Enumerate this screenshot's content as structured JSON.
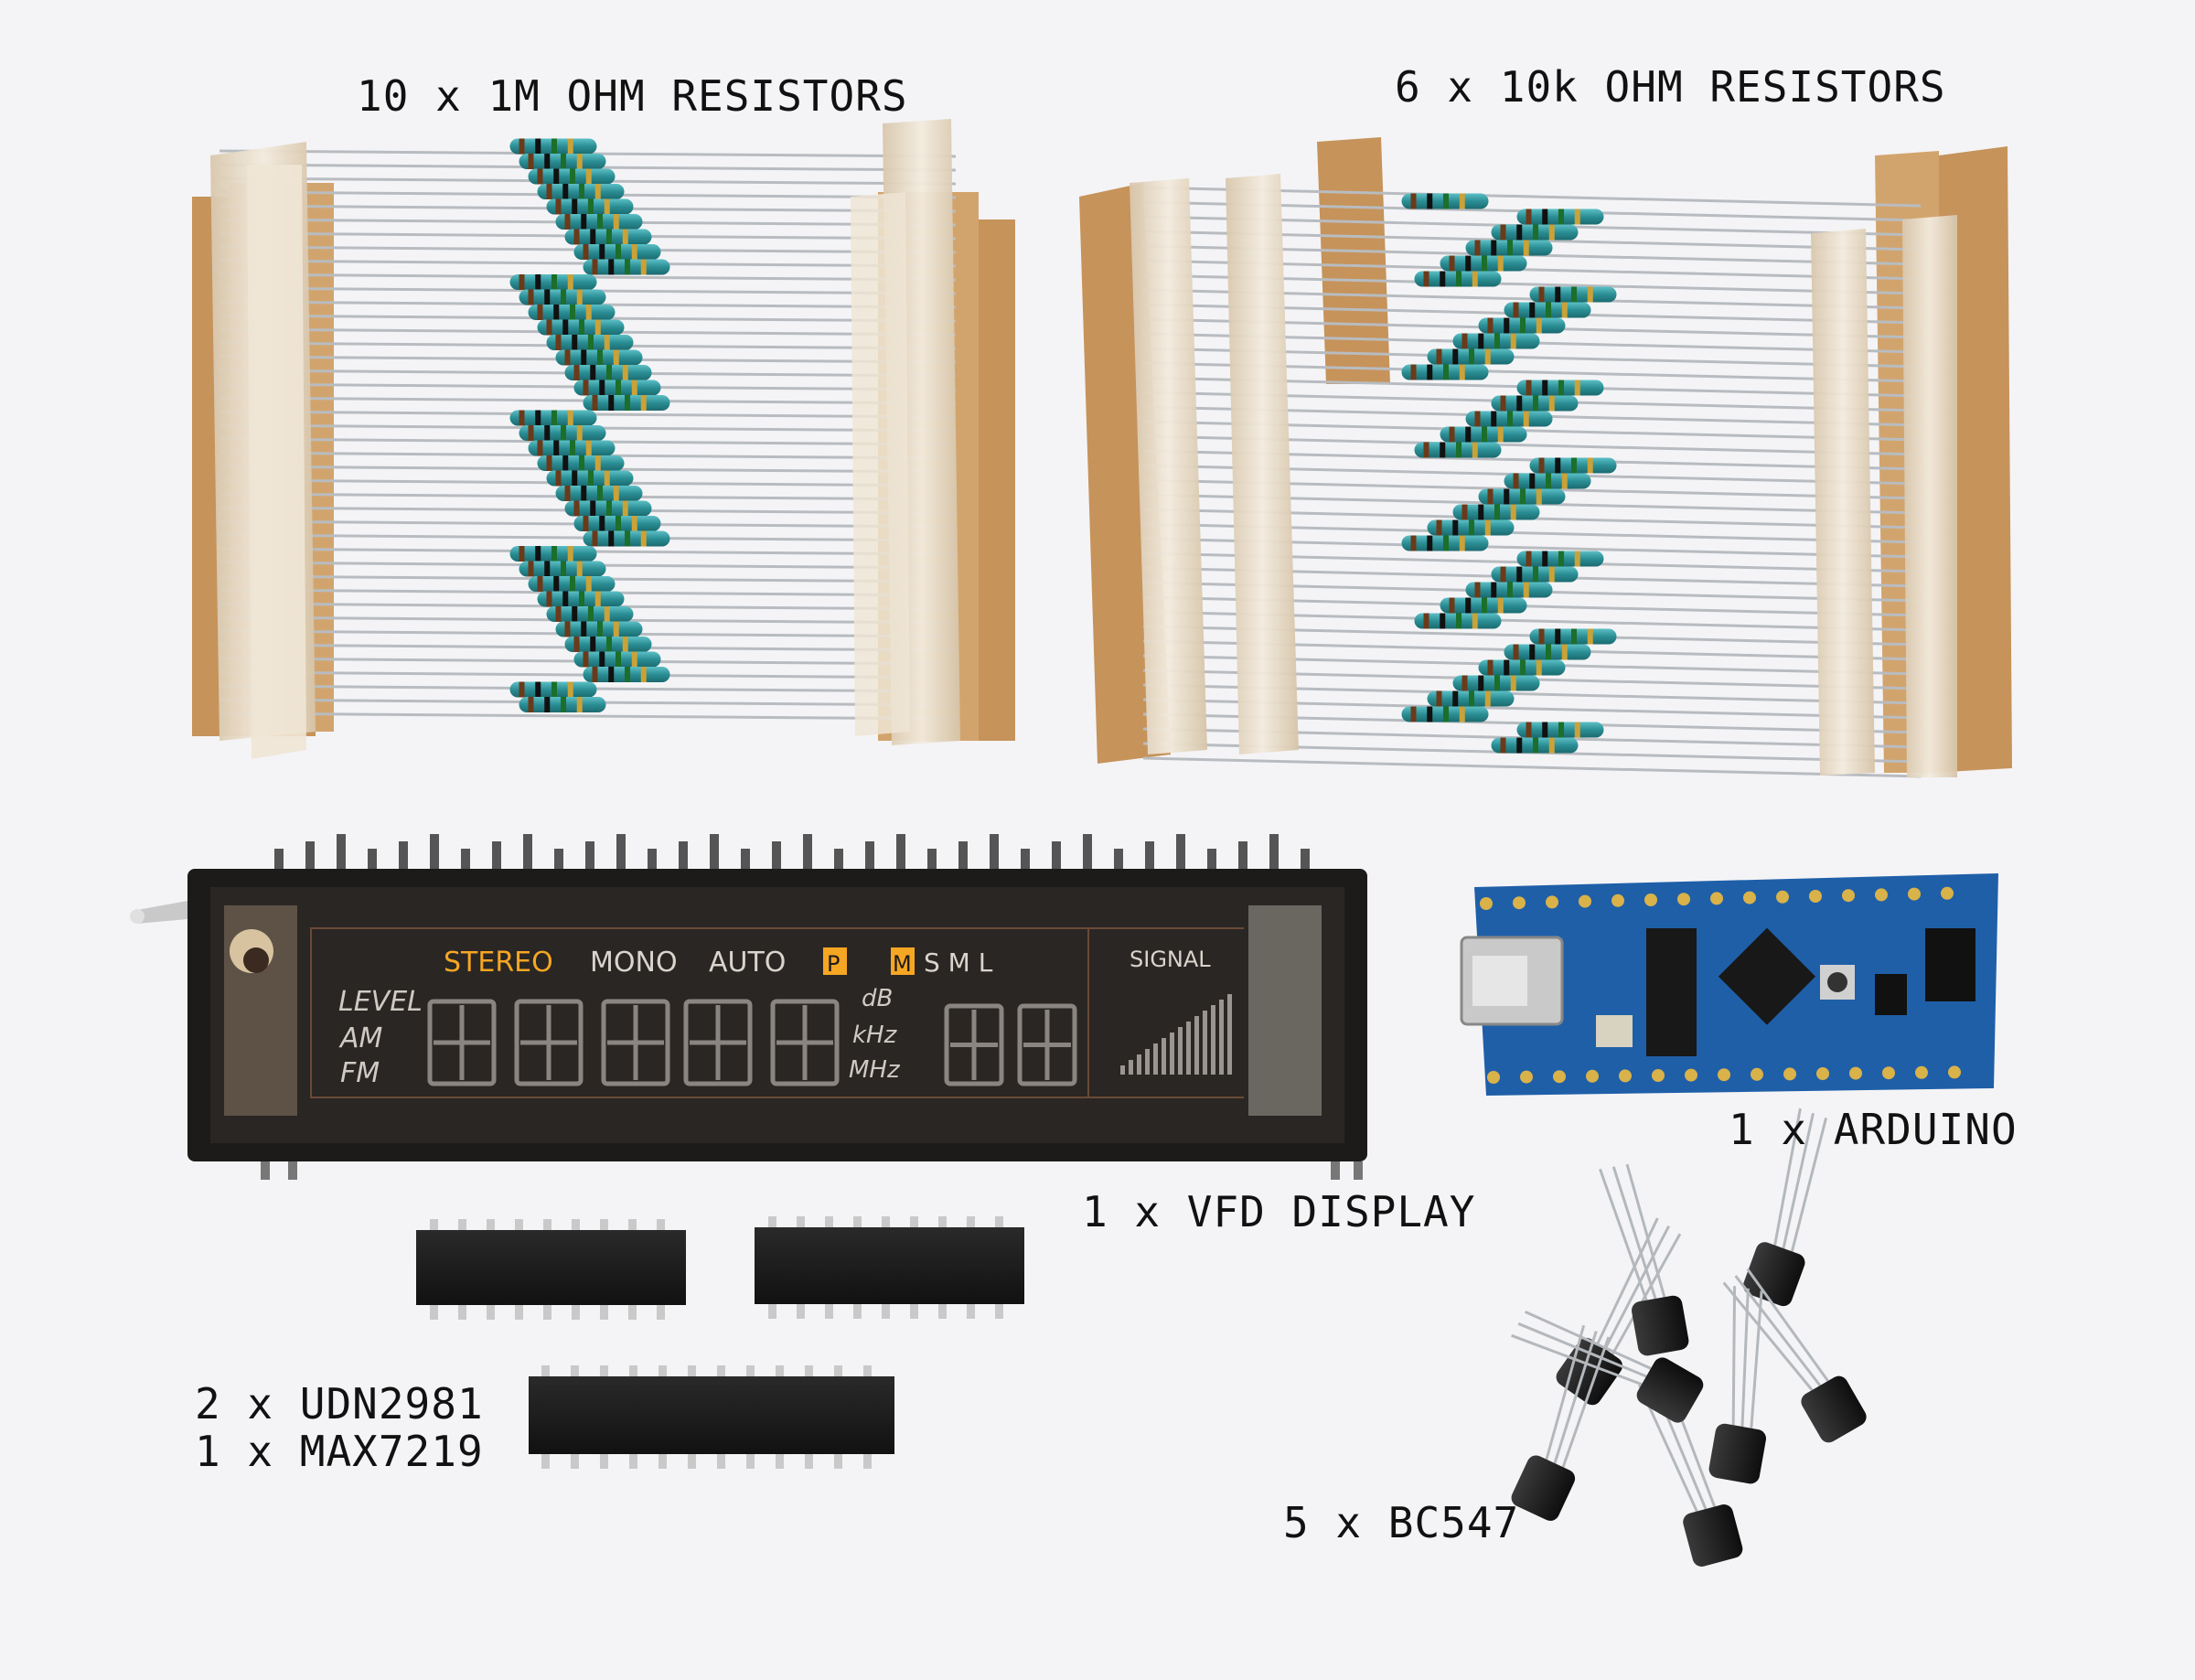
{
  "labels": {
    "resistors_1m": "10 x 1M OHM RESISTORS",
    "resistors_10k": "6 x 10k OHM RESISTORS",
    "arduino": "1 x ARDUINO",
    "vfd": "1 x VFD DISPLAY",
    "udn": "2 x UDN2981",
    "max": "1 x MAX7219",
    "bc547": "5 x BC547"
  },
  "vfd_display": {
    "stereo": "STEREO",
    "mono": "MONO",
    "auto": "AUTO",
    "p": "P",
    "m": "M",
    "sml": "S M L",
    "signal": "SIGNAL",
    "level": "LEVEL",
    "am": "AM",
    "fm": "FM",
    "db": "dB",
    "khz": "kHz",
    "mhz": "MHz"
  },
  "colors": {
    "background": "#f4f4f6",
    "resistor_body": "#2f9aa0",
    "tape": "#e9dcc8",
    "paper": "#c9985f",
    "vfd_glass": "#1c1a19",
    "vfd_orange": "#f5a623",
    "pcb": "#1f5fa8"
  }
}
